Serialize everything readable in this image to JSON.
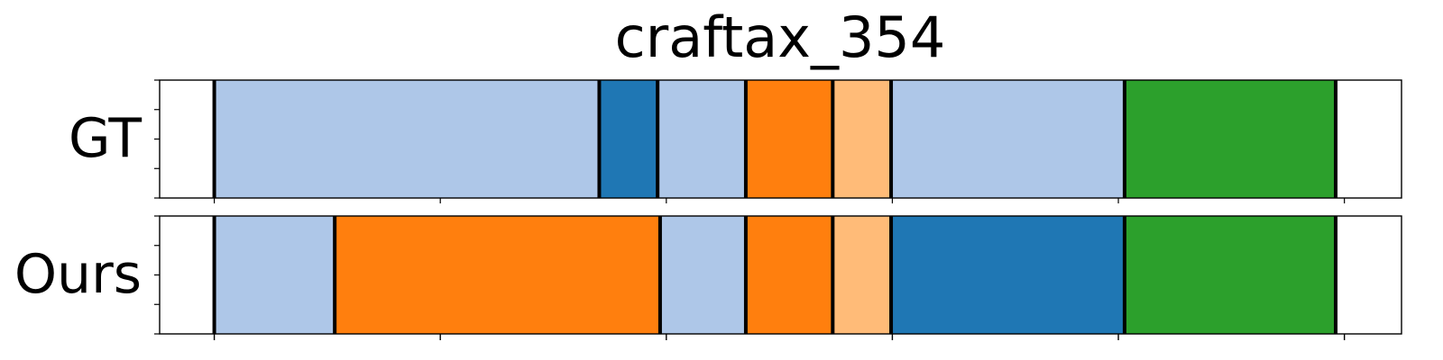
{
  "chart_data": {
    "type": "bar",
    "title": "craftax_354",
    "xlim": [
      0,
      1
    ],
    "row_ylim": [
      0,
      1
    ],
    "rows": [
      {
        "label": "GT",
        "segments": [
          {
            "start": 0.044,
            "end": 0.354,
            "color": "#aec7e8"
          },
          {
            "start": 0.354,
            "end": 0.401,
            "color": "#1f77b4"
          },
          {
            "start": 0.401,
            "end": 0.472,
            "color": "#aec7e8"
          },
          {
            "start": 0.472,
            "end": 0.542,
            "color": "#ff7f0e"
          },
          {
            "start": 0.542,
            "end": 0.589,
            "color": "#ffbb78"
          },
          {
            "start": 0.589,
            "end": 0.777,
            "color": "#aec7e8"
          },
          {
            "start": 0.777,
            "end": 0.947,
            "color": "#2ca02c"
          }
        ],
        "boundaries": [
          0.044,
          0.354,
          0.401,
          0.472,
          0.542,
          0.589,
          0.777,
          0.947
        ]
      },
      {
        "label": "Ours",
        "segments": [
          {
            "start": 0.044,
            "end": 0.141,
            "color": "#aec7e8"
          },
          {
            "start": 0.141,
            "end": 0.403,
            "color": "#ff7f0e"
          },
          {
            "start": 0.403,
            "end": 0.472,
            "color": "#aec7e8"
          },
          {
            "start": 0.472,
            "end": 0.542,
            "color": "#ff7f0e"
          },
          {
            "start": 0.542,
            "end": 0.589,
            "color": "#ffbb78"
          },
          {
            "start": 0.589,
            "end": 0.777,
            "color": "#1f77b4"
          },
          {
            "start": 0.777,
            "end": 0.947,
            "color": "#2ca02c"
          }
        ],
        "boundaries": [
          0.044,
          0.141,
          0.403,
          0.472,
          0.542,
          0.589,
          0.777,
          0.947
        ]
      }
    ],
    "xticks": [
      0.044,
      0.226,
      0.408,
      0.59,
      0.772,
      0.954
    ],
    "yticks": [
      0,
      0.25,
      0.5,
      0.75,
      1
    ],
    "xtick_labels_shown": false,
    "ytick_labels_shown": false,
    "grid": false,
    "legend": "none"
  }
}
